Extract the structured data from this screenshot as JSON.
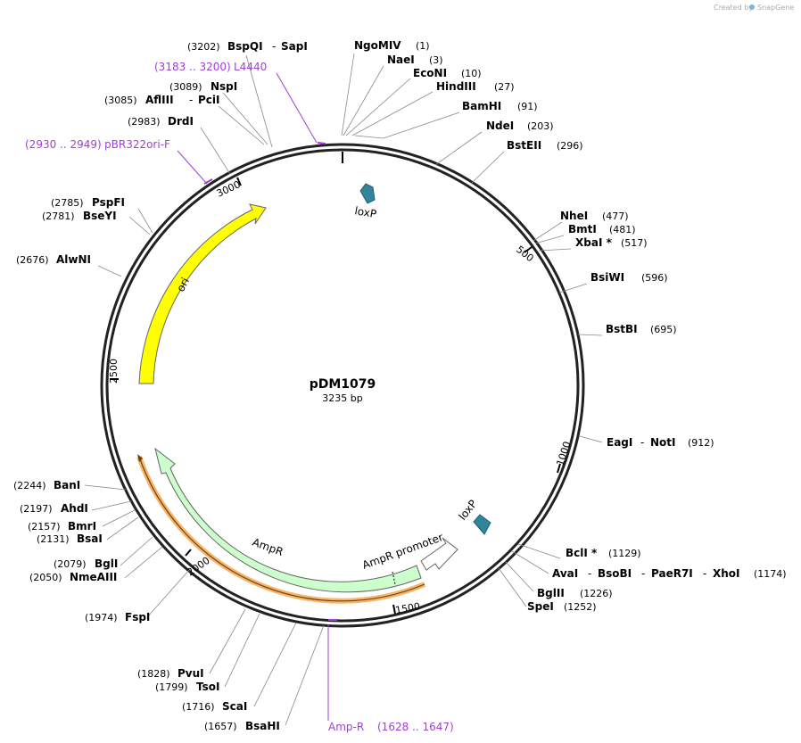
{
  "watermark": {
    "created_by": "Created by",
    "brand": "SnapGene"
  },
  "plasmid": {
    "name": "pDM1079",
    "size": "3235 bp"
  },
  "ticks": [
    "500",
    "1000",
    "1500",
    "2000",
    "2500",
    "3000"
  ],
  "features": {
    "ori": "ori",
    "ampr": "AmpR",
    "ampr_promoter": "AmpR promoter",
    "loxp_top": "loxP",
    "loxp_right": "loxP"
  },
  "primers": [
    {
      "pos": "(3183 .. 3200)",
      "name": "L4440"
    },
    {
      "pos": "(2930 .. 2949)",
      "name": "pBR322ori-F"
    },
    {
      "pos": "(1628 .. 1647)",
      "name": "Amp-R"
    }
  ],
  "sites": [
    {
      "pos": "(3202)",
      "name": "BspQI",
      "name2": "SapI"
    },
    {
      "pos": "(1)",
      "name": "NgoMIV"
    },
    {
      "pos": "(3)",
      "name": "NaeI"
    },
    {
      "pos": "(10)",
      "name": "EcoNI"
    },
    {
      "pos": "(27)",
      "name": "HindIII"
    },
    {
      "pos": "(91)",
      "name": "BamHI"
    },
    {
      "pos": "(203)",
      "name": "NdeI"
    },
    {
      "pos": "(296)",
      "name": "BstEII"
    },
    {
      "pos": "(3089)",
      "name": "NspI"
    },
    {
      "pos": "(3085)",
      "name": "AflIII",
      "name2": "PciI"
    },
    {
      "pos": "(2983)",
      "name": "DrdI"
    },
    {
      "pos": "(2785)",
      "name": "PspFI"
    },
    {
      "pos": "(2781)",
      "name": "BseYI"
    },
    {
      "pos": "(2676)",
      "name": "AlwNI"
    },
    {
      "pos": "(477)",
      "name": "NheI"
    },
    {
      "pos": "(481)",
      "name": "BmtI"
    },
    {
      "pos": "(517)",
      "name": "XbaI *"
    },
    {
      "pos": "(596)",
      "name": "BsiWI"
    },
    {
      "pos": "(695)",
      "name": "BstBI"
    },
    {
      "pos": "(912)",
      "name": "EagI",
      "name2": "NotI"
    },
    {
      "pos": "(1129)",
      "name": "BclI *"
    },
    {
      "pos": "(1174)",
      "name": "AvaI",
      "name2": "BsoBI",
      "name3": "PaeR7I",
      "name4": "XhoI"
    },
    {
      "pos": "(1226)",
      "name": "BglII"
    },
    {
      "pos": "(1252)",
      "name": "SpeI"
    },
    {
      "pos": "(2244)",
      "name": "BanI"
    },
    {
      "pos": "(2197)",
      "name": "AhdI"
    },
    {
      "pos": "(2157)",
      "name": "BmrI"
    },
    {
      "pos": "(2131)",
      "name": "BsaI"
    },
    {
      "pos": "(2079)",
      "name": "BglI"
    },
    {
      "pos": "(2050)",
      "name": "NmeAIII"
    },
    {
      "pos": "(1974)",
      "name": "FspI"
    },
    {
      "pos": "(1828)",
      "name": "PvuI"
    },
    {
      "pos": "(1799)",
      "name": "TsoI"
    },
    {
      "pos": "(1716)",
      "name": "ScaI"
    },
    {
      "pos": "(1657)",
      "name": "BsaHI"
    }
  ],
  "colors": {
    "ori": "#ffff00",
    "ampr": "#ccffcc",
    "promoter": "#ffffff",
    "loxp": "#31849b",
    "primer": "#a23fd6",
    "orange_band": "#f5b66b"
  }
}
